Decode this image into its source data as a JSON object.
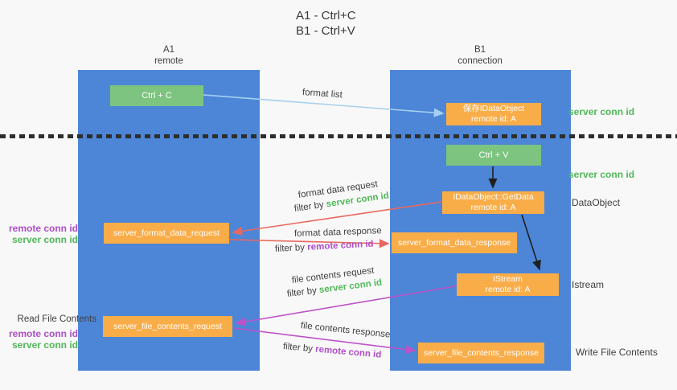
{
  "title": {
    "line1": "A1 - Ctrl+C",
    "line2": "B1 - Ctrl+V"
  },
  "columns": {
    "a1": {
      "name": "A1",
      "subtitle": "remote"
    },
    "b1": {
      "name": "B1",
      "subtitle": "connection"
    }
  },
  "nodes": {
    "ctrl_c": {
      "label": "Ctrl + C"
    },
    "ctrl_v": {
      "label": "Ctrl + V"
    },
    "save_dataobject": {
      "line1": "保存IDataObject",
      "line2": "remote id: A"
    },
    "getdata": {
      "line1": "IDataObject::GetData",
      "line2": "remote id: A"
    },
    "istream": {
      "line1": "IStream",
      "line2": "remote id: A"
    },
    "format_request": {
      "label": "server_format_data_request"
    },
    "format_response": {
      "label": "server_format_data_response"
    },
    "file_request": {
      "label": "server_file_contents_request"
    },
    "file_response": {
      "label": "server_file_contents_response"
    }
  },
  "side_labels": {
    "server_conn_id_top": "server conn id",
    "server_conn_id_mid": "server conn id",
    "dataobject": "DataObject",
    "istream": "Istream",
    "write_file_contents": "Write File Contents",
    "read_file_contents": "Read File Contents",
    "format_block": {
      "remote_conn_id": "remote conn id",
      "server_conn_id": "server conn id"
    },
    "file_block": {
      "remote_conn_id": "remote conn id",
      "server_conn_id": "server conn id"
    }
  },
  "arrow_labels": {
    "format_list": "format list",
    "format_data_request": "format data request",
    "format_data_response": "format data response",
    "file_contents_request": "file contents request",
    "file_contents_response": "file contents response",
    "filter_by": "filter by",
    "server_conn_id": "server conn id",
    "remote_conn_id": "remote conn id"
  },
  "colors": {
    "background": "#f8f8f8",
    "column_blue": "#4d86d7",
    "node_green": "#7cc47f",
    "node_orange": "#f9ad49",
    "green_text": "#50b859",
    "purple_text": "#ad4fc6",
    "red_arrow": "#e9675f",
    "purple_arrow": "#bd53c8",
    "light_blue_arrow": "#a5d0ef",
    "black_arrow": "#1f1f1f",
    "dark_text": "#3f3f3f"
  }
}
